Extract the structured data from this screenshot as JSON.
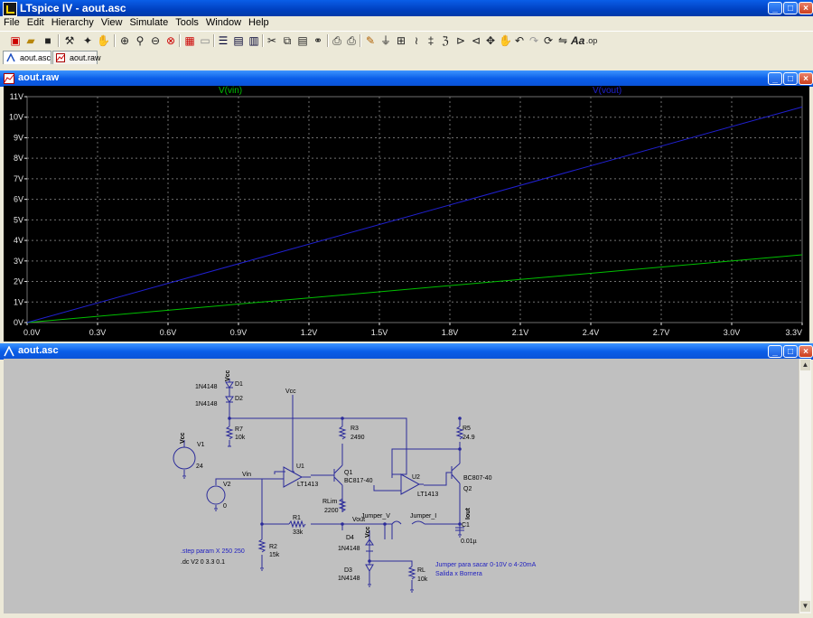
{
  "app": {
    "title": "LTspice IV - aout.asc"
  },
  "menu": [
    "File",
    "Edit",
    "Hierarchy",
    "View",
    "Simulate",
    "Tools",
    "Window",
    "Help"
  ],
  "toolbar_icons": [
    "new-schematic-icon",
    "open-icon",
    "save-icon",
    "control-panel-icon",
    "run-icon",
    "halt-icon",
    "zoom-in-icon",
    "pan-icon",
    "zoom-out-icon",
    "zoom-fit-icon",
    "autorange-icon",
    "delete-plot-icon",
    "tile-horizontal-icon",
    "tile-vertical-icon",
    "cascade-icon",
    "cut-icon",
    "copy-icon",
    "paste-icon",
    "find-icon",
    "print-preview-icon",
    "print-icon",
    "wire-icon",
    "ground-icon",
    "label-net-icon",
    "resistor-icon",
    "capacitor-icon",
    "inductor-icon",
    "diode-icon",
    "component-icon",
    "move-icon",
    "drag-icon",
    "undo-icon",
    "redo-icon",
    "rotate-icon",
    "mirror-icon",
    "text-icon",
    "spice-directive-icon"
  ],
  "tabs": [
    {
      "label": "aout.asc"
    },
    {
      "label": "aout.raw"
    }
  ],
  "plot_window": {
    "title": "aout.raw"
  },
  "schematic_window": {
    "title": "aout.asc"
  },
  "colors": {
    "vin": "#00c000",
    "vout": "#2020d0",
    "grid": "#707070",
    "axis_text": "#e8e8e8",
    "schematic_bg": "#c0c0c0",
    "wire": "#2b2b9a",
    "text_blue": "#2020c0"
  },
  "chart_data": {
    "type": "line",
    "x": [
      0.0,
      3.3
    ],
    "xlim": [
      0.0,
      3.3
    ],
    "ylim": [
      0,
      11
    ],
    "x_ticks": [
      "0.0V",
      "0.3V",
      "0.6V",
      "0.9V",
      "1.2V",
      "1.5V",
      "1.8V",
      "2.1V",
      "2.4V",
      "2.7V",
      "3.0V",
      "3.3V"
    ],
    "y_ticks": [
      "0V",
      "1V",
      "2V",
      "3V",
      "4V",
      "5V",
      "6V",
      "7V",
      "8V",
      "9V",
      "10V",
      "11V"
    ],
    "grid": true,
    "series": [
      {
        "name": "V(vin)",
        "values": [
          0.0,
          3.3
        ]
      },
      {
        "name": "V(vout)",
        "values": [
          0.0,
          10.5
        ]
      }
    ]
  },
  "schematic": {
    "components": {
      "d1": "D1",
      "d2": "D2",
      "d1_model": "1N4148",
      "d2_model": "1N4148",
      "r7": "R7",
      "r7_val": "10k",
      "v1": "V1",
      "v1_val": "24",
      "v2": "V2",
      "v2_val": "0",
      "r1": "R1",
      "r1_val": "33k",
      "r2": "R2",
      "r2_val": "15k",
      "u1": "U1",
      "u1_model": "LT1413",
      "q1": "Q1",
      "q1_model": "BC817-40",
      "r3": "R3",
      "r3_val": "2490",
      "rlim": "RLim",
      "rlim_val": "2200",
      "u2": "U2",
      "u2_model": "LT1413",
      "r5": "R5",
      "r5_val": "24.9",
      "q2": "Q2",
      "q2_model": "BC807-40",
      "c1": "C1",
      "c1_val": "0.01µ",
      "d4": "D4",
      "d4_model": "1N4148",
      "d3": "D3",
      "d3_model": "1N4148",
      "rl": "RL",
      "rl_val": "10k"
    },
    "nets": {
      "vcc1": "Vcc",
      "vcc2": "Vcc",
      "vcc3": "Vcc",
      "vcc4": "Vcc",
      "vin": "Vin",
      "vout": "Vout",
      "iout": "Iout",
      "jumper_v": "Jumper_V",
      "jumper_i": "Jumper_I"
    },
    "directives": {
      "step": ".step param X 250 250",
      "dc": ".dc V2 0 3.3 0.1"
    },
    "notes": {
      "line1": "Jumper para sacar 0-10V o 4-20mA",
      "line2": "Salida x Bornera"
    }
  }
}
